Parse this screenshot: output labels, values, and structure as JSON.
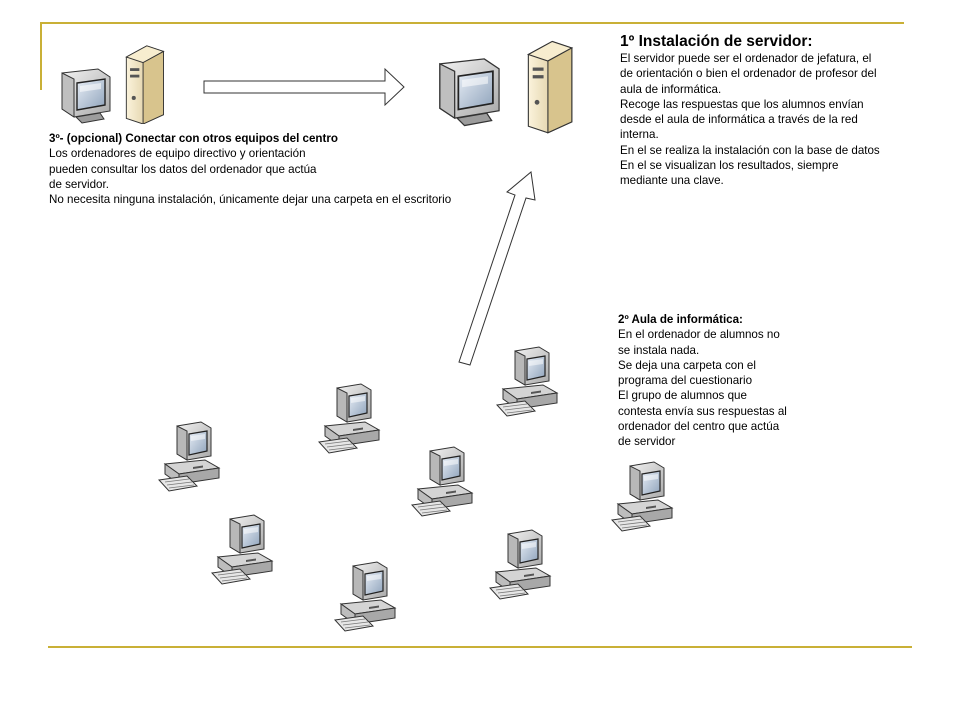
{
  "slide": {
    "colors": {
      "rule": "#c9b036",
      "monitor_body": "#d9d9d9",
      "server_body": "#efe3c0",
      "arrow_fill": "#ffffff",
      "arrow_stroke": "#333333"
    }
  },
  "server_section": {
    "heading": "1º Instalación de servidor:",
    "lines": [
      "El servidor puede ser el ordenador de  jefatura, el",
      "de orientación o bien el ordenador de profesor del",
      "aula de informática.",
      "Recoge las respuestas que los alumnos envían",
      "desde el aula de informática a través de la red",
      "interna.",
      "En el se realiza la instalación con la base de datos",
      "En el se visualizan los resultados, siempre",
      "mediante una clave."
    ]
  },
  "remote_section": {
    "heading": "3º- (opcional) Conectar con otros equipos del centro",
    "lines": [
      "Los ordenadores de equipo directivo y orientación",
      "pueden consultar los datos del ordenador que actúa",
      "de servidor.",
      "No necesita ninguna instalación, únicamente dejar una carpeta en el escritorio"
    ]
  },
  "classroom_section": {
    "heading": "2º Aula de informática:",
    "lines": [
      "En el ordenador de alumnos no",
      "se instala nada.",
      "Se deja una carpeta con el",
      "programa del cuestionario",
      "El grupo de alumnos que",
      "contesta envía sus respuestas al",
      "ordenador del centro que actúa",
      "de servidor"
    ]
  },
  "icons": {
    "server_station": "server-workstation-icon",
    "remote_station": "remote-workstation-icon",
    "student_pc": "student-computer-icon"
  }
}
